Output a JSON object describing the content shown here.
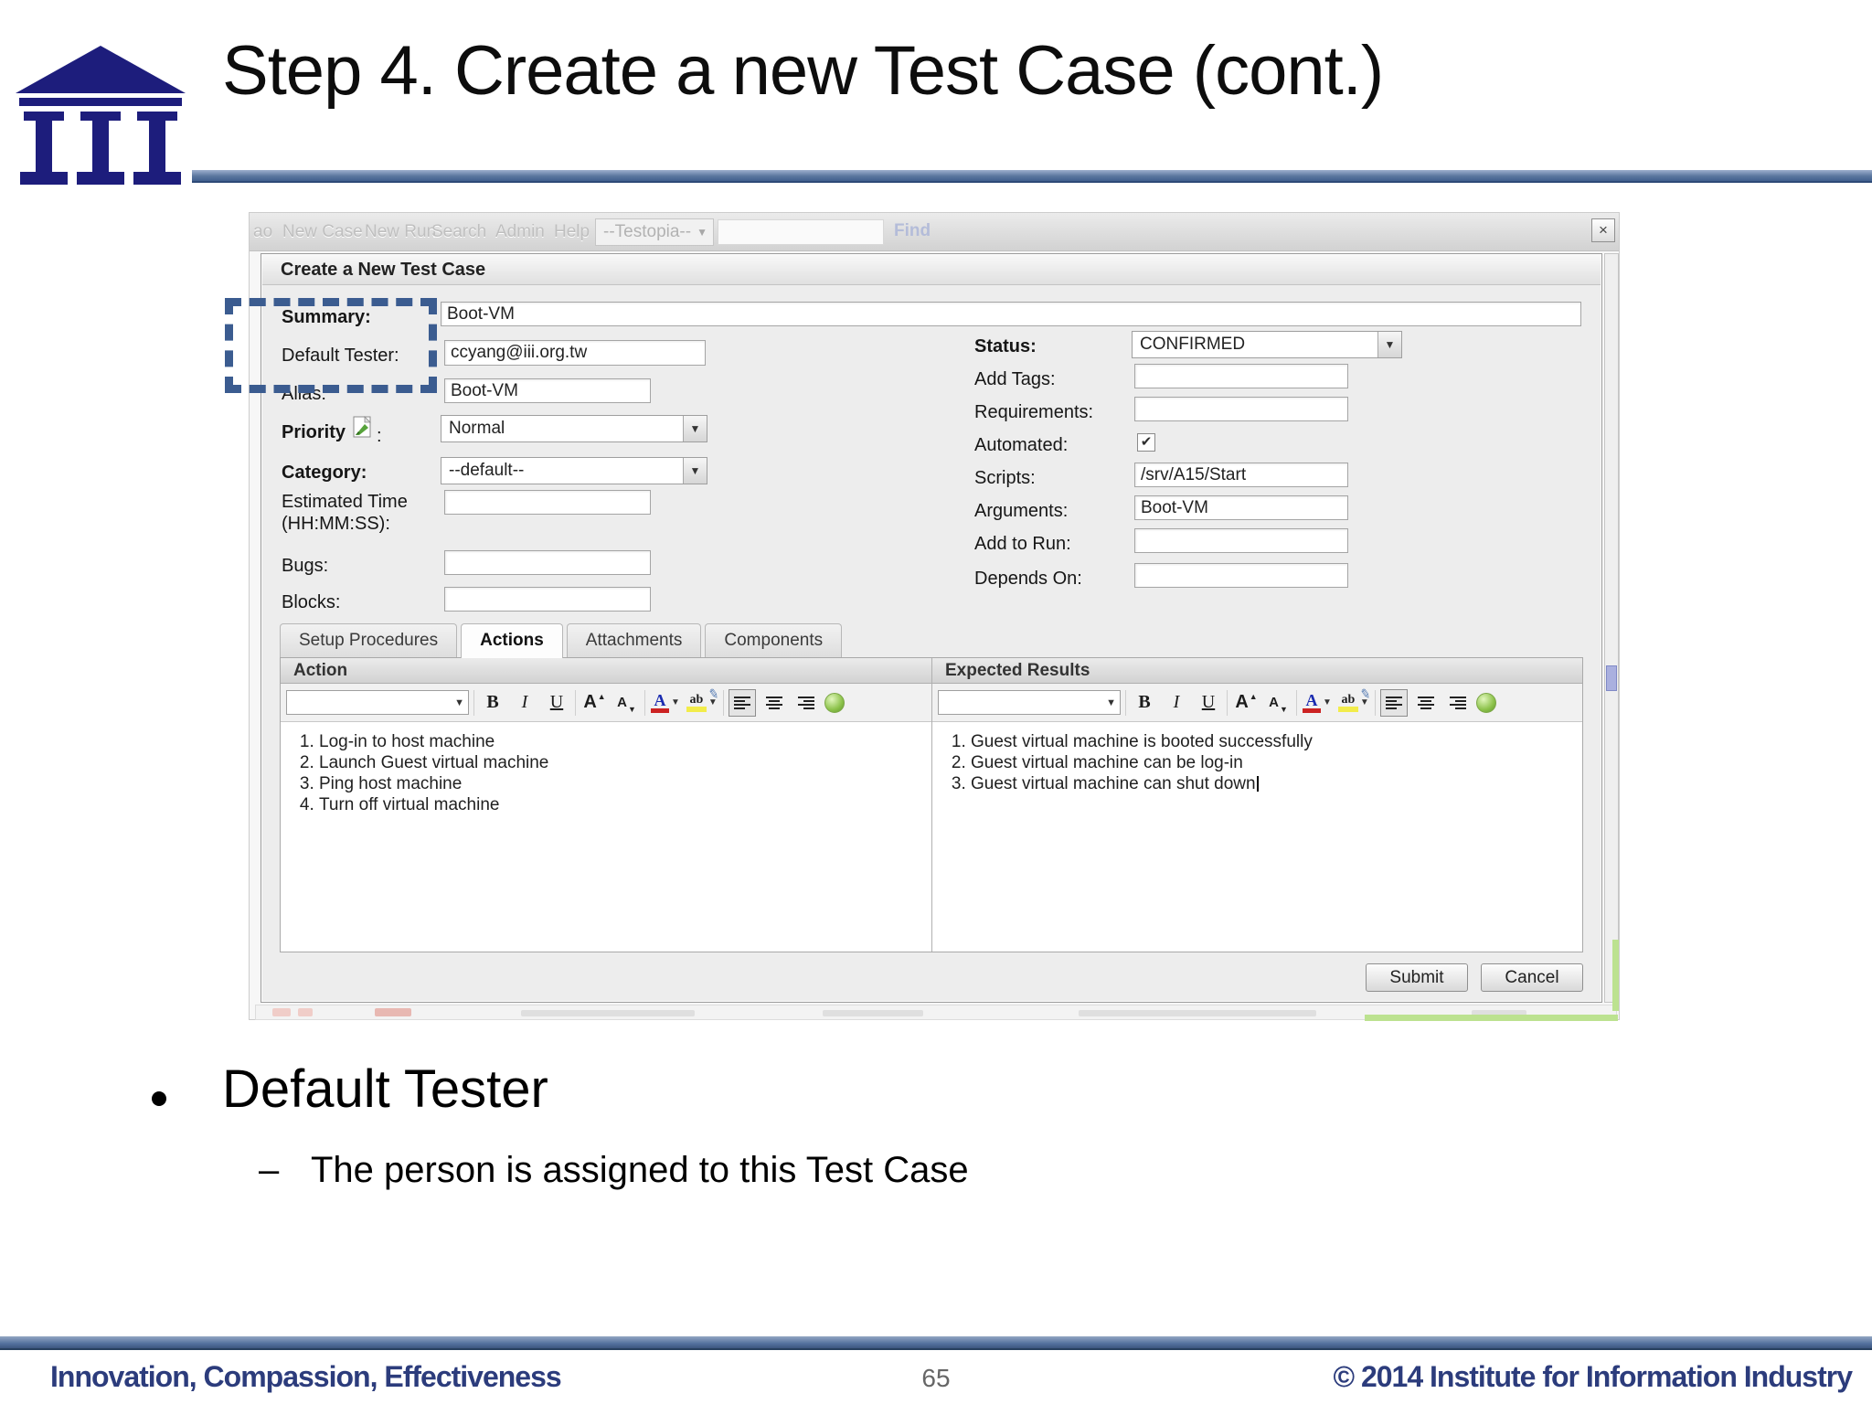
{
  "glyphs": {
    "dropdown_arrow": "▼",
    "caret_up": "▲",
    "caret_down": "▼",
    "close": "×",
    "check": "✔",
    "bullet": "•",
    "dash": "–",
    "pen": "✎"
  },
  "colors": {
    "navy": "#232d7a",
    "rule_blue": "#5b779f",
    "highlight_dash_blue": "#3b5c90",
    "toolbar_red": "#cc2222",
    "toolbar_yellow": "#f2ec4a",
    "accent_green": "#bce290"
  },
  "slide": {
    "title": "Step 4. Create a new Test Case (cont.)",
    "bullet": "Default Tester",
    "sub_bullet": "The person is assigned to this Test Case",
    "footer": {
      "left": "Innovation, Compassion, Effectiveness",
      "page": "65",
      "right": "© 2014 Institute for Information Industry"
    }
  },
  "dialog": {
    "menu": {
      "items": [
        "ao",
        "New Case",
        "New Run",
        "Search",
        "Admin",
        "Help"
      ],
      "product": "--Testopia--",
      "find": "Find"
    },
    "header": "Create a New Test Case",
    "fields_left": {
      "summary": {
        "label": "Summary:",
        "value": "Boot-VM"
      },
      "default_tester": {
        "label": "Default Tester:",
        "value": "ccyang@iii.org.tw"
      },
      "alias": {
        "label": "Alias:",
        "value": "Boot-VM"
      },
      "priority": {
        "label": "Priority",
        "label_suffix": ":",
        "value": "Normal"
      },
      "category": {
        "label": "Category:",
        "value": "--default--"
      },
      "estimated_time": {
        "label": "Estimated Time",
        "label2": "(HH:MM:SS):",
        "value": ""
      },
      "bugs": {
        "label": "Bugs:",
        "value": ""
      },
      "blocks": {
        "label": "Blocks:",
        "value": ""
      }
    },
    "fields_right": {
      "status": {
        "label": "Status:",
        "value": "CONFIRMED"
      },
      "add_tags": {
        "label": "Add Tags:",
        "value": ""
      },
      "requirements": {
        "label": "Requirements:",
        "value": ""
      },
      "automated": {
        "label": "Automated:",
        "checked": true
      },
      "scripts": {
        "label": "Scripts:",
        "value": "/srv/A15/Start"
      },
      "arguments": {
        "label": "Arguments:",
        "value": "Boot-VM"
      },
      "add_to_run": {
        "label": "Add to Run:",
        "value": ""
      },
      "depends_on": {
        "label": "Depends On:",
        "value": ""
      }
    },
    "tabs": [
      "Setup Procedures",
      "Actions",
      "Attachments",
      "Components"
    ],
    "active_tab": "Actions",
    "toolbar": {
      "bold": "B",
      "italic": "I",
      "underline": "U",
      "font_grow": "A",
      "font_shrink": "A",
      "font_color": "A",
      "highlight": "ab"
    },
    "action_pane": {
      "header": "Action",
      "items": [
        "Log-in to host machine",
        "Launch Guest virtual machine",
        "Ping host machine",
        "Turn off virtual machine"
      ]
    },
    "expected_pane": {
      "header": "Expected Results",
      "items": [
        "Guest virtual machine is booted successfully",
        "Guest virtual machine can be log-in",
        "Guest virtual machine can shut down"
      ]
    },
    "buttons": {
      "submit": "Submit",
      "cancel": "Cancel"
    }
  }
}
